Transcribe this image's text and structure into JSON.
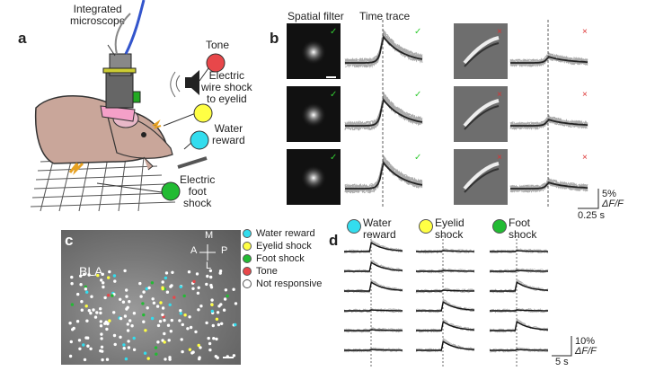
{
  "panel_a": {
    "label": "a",
    "microscope": "Integrated\nmicroscope",
    "stimuli": [
      {
        "label": "Tone",
        "color": "#e8474a"
      },
      {
        "label": "Electric\nwire shock\nto eyelid",
        "color": "#ffff44"
      },
      {
        "label": "Water\nreward",
        "color": "#33ddee"
      },
      {
        "label": "Electric\nfoot\nshock",
        "color": "#22bb33"
      }
    ]
  },
  "panel_b": {
    "label": "b",
    "col_spatial": "Spatial filter",
    "col_trace": "Time trace",
    "check_mark": "✓",
    "cross_mark": "×",
    "scale_y": "5%",
    "scale_unit": "ΔF/F",
    "scale_x": "0.25 s"
  },
  "panel_c": {
    "label": "c",
    "region": "BLA",
    "compass": {
      "m": "M",
      "a": "A",
      "p": "P",
      "l": "L"
    },
    "legend": [
      {
        "label": "Water reward",
        "color": "#33ddee"
      },
      {
        "label": "Eyelid shock",
        "color": "#ffff44"
      },
      {
        "label": "Foot shock",
        "color": "#22bb33"
      },
      {
        "label": "Tone",
        "color": "#e8474a"
      },
      {
        "label": "Not responsive",
        "color": "#ffffff"
      }
    ]
  },
  "panel_d": {
    "label": "d",
    "headers": [
      {
        "label": "Water\nreward",
        "color": "#33ddee"
      },
      {
        "label": "Eyelid\nshock",
        "color": "#ffff44"
      },
      {
        "label": "Foot\nshock",
        "color": "#22bb33"
      }
    ],
    "scale_y": "10%",
    "scale_unit": "ΔF/F",
    "scale_x": "5 s"
  }
}
